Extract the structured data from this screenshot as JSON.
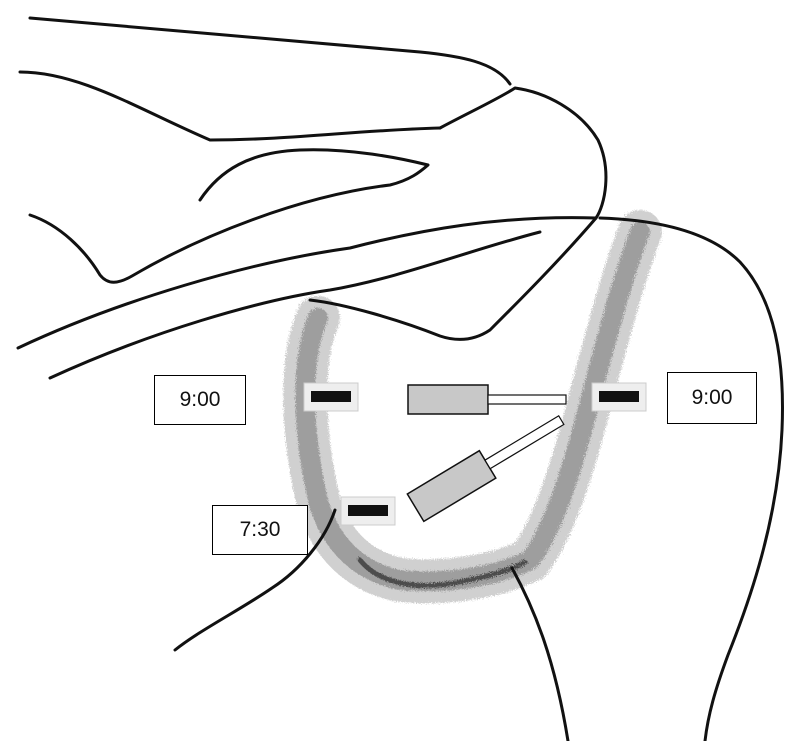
{
  "labels": {
    "left_nine": "9:00",
    "right_nine": "9:00",
    "seven_thirty": "7:30"
  },
  "colors": {
    "outline": "#111111",
    "cartilage_shading": "#9a9a9a",
    "instrument_fill": "#c8c8c8",
    "marker_fill": "#111111",
    "background": "#ffffff"
  }
}
